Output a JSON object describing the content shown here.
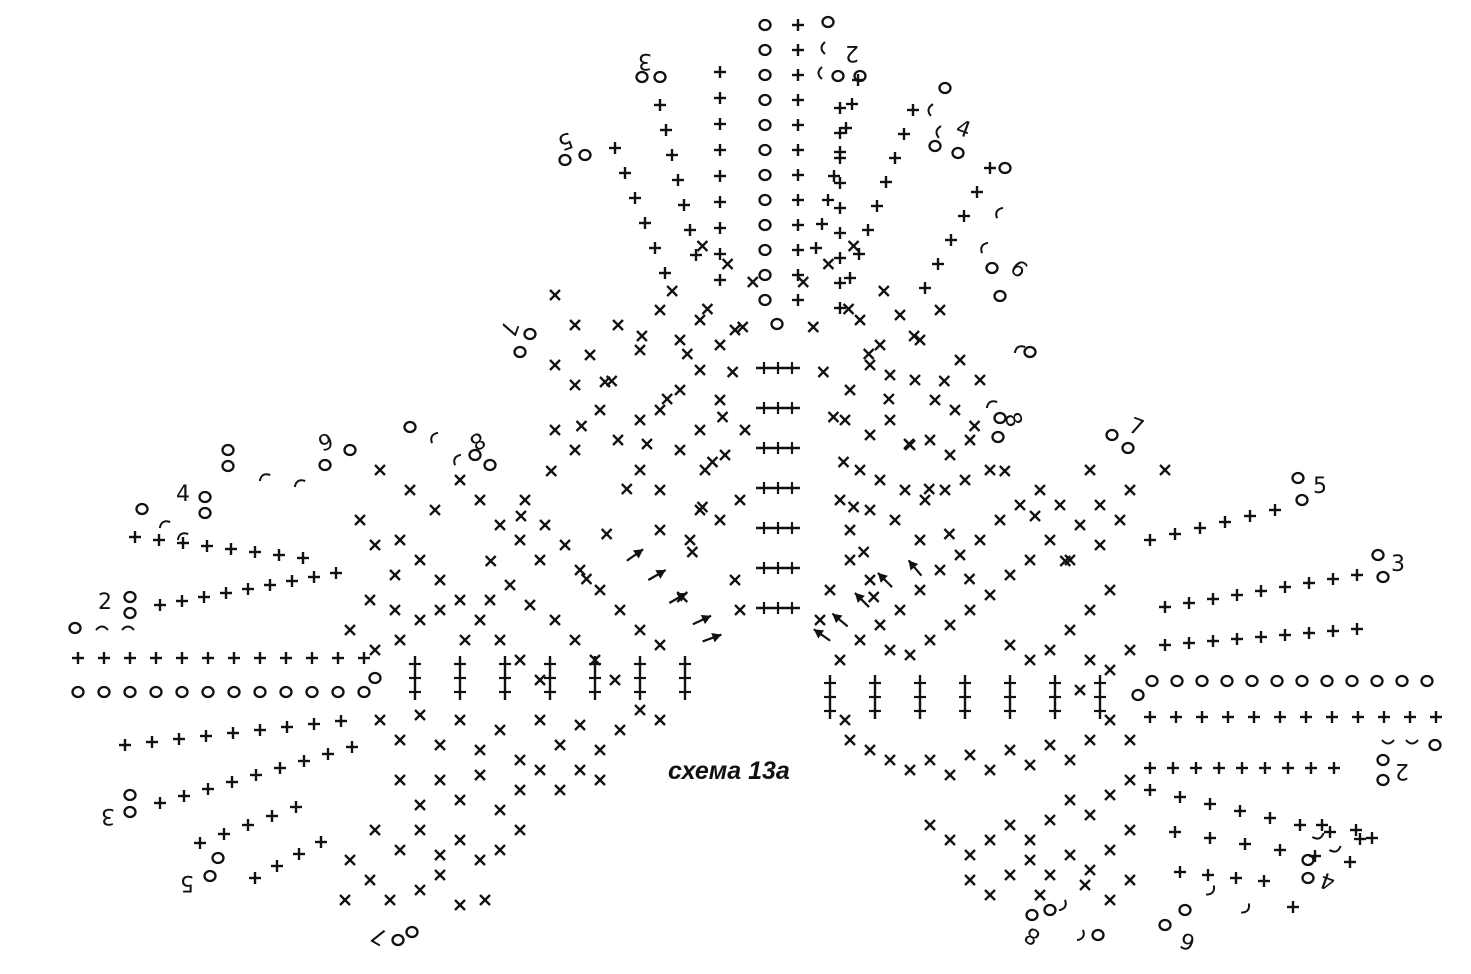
{
  "caption": "схема 13а",
  "colors": {
    "ink": "#111111",
    "background": "#ffffff"
  },
  "symbols": {
    "cross": "+",
    "x": "×",
    "chain": "o",
    "arc": "("
  },
  "row_numbers": {
    "top_motif": [
      "2",
      "3",
      "4",
      "5",
      "6",
      "7",
      "8"
    ],
    "left_motif": [
      "2",
      "3",
      "4",
      "5",
      "6",
      "7",
      "8"
    ],
    "right_motif": [
      "2",
      "3",
      "4",
      "5",
      "6",
      "7",
      "8"
    ]
  }
}
